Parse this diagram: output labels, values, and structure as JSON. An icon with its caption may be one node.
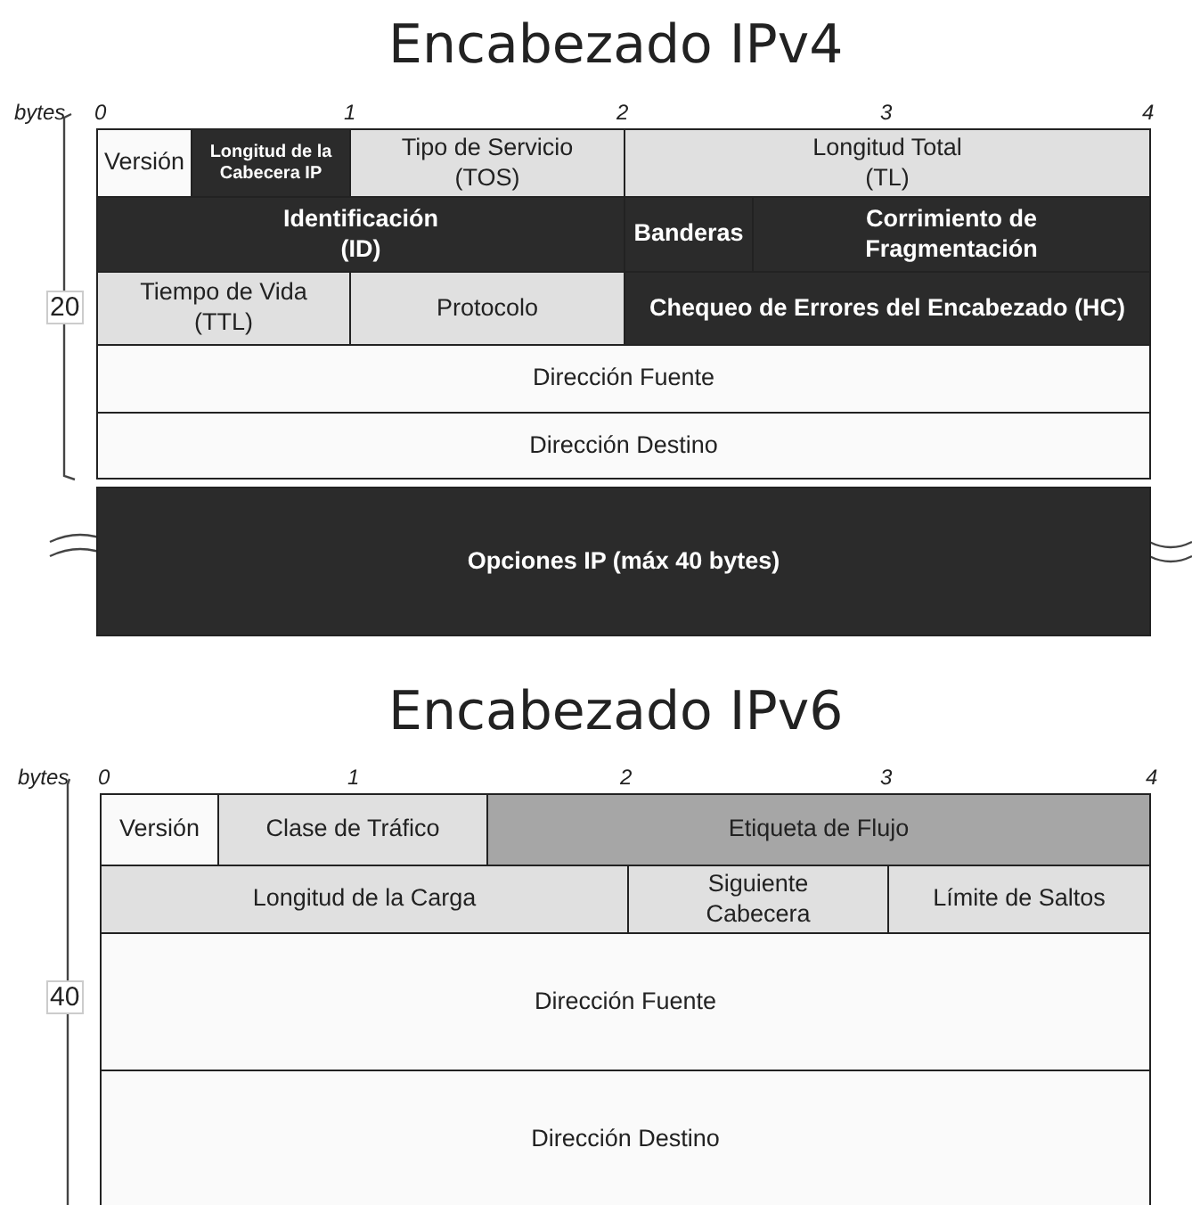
{
  "diagram": {
    "nodes": [
      {
        "text": [
          "Versión"
        ]
      },
      {
        "text": [
          "Longitud de la Cabecera IP"
        ]
      },
      {
        "text": [
          "Tipo de Servicio (TOS)"
        ]
      },
      {
        "text": [
          "Longitud Total (TL)"
        ]
      },
      {
        "text": [
          "Identificación (ID)"
        ]
      },
      {
        "text": [
          "Banderas"
        ]
      },
      {
        "text": [
          "Corrimiento de Fragmentación"
        ]
      },
      {
        "text": [
          "Tiempo de Vida (TTL)"
        ]
      },
      {
        "text": [
          "Protocolo"
        ]
      },
      {
        "text": [
          "Chequeo de Errores del Encabezado (HC)"
        ]
      },
      {
        "text": [
          "Dirección Fuente"
        ]
      },
      {
        "text": [
          "Dirección Destino"
        ]
      },
      {
        "text": [
          "Opciones IP (máx 40 bytes)"
        ]
      },
      {
        "text": [
          "Versión"
        ]
      },
      {
        "text": [
          "Clase de Tráfico"
        ]
      },
      {
        "text": [
          "Etiqueta de Flujo"
        ]
      },
      {
        "text": [
          "Longitud de la Carga"
        ]
      },
      {
        "text": [
          "Siguiente Cabecera"
        ]
      },
      {
        "text": [
          "Límite de Saltos"
        ]
      },
      {
        "text": [
          "Dirección Fuente"
        ]
      },
      {
        "text": [
          "Dirección Destino"
        ]
      }
    ],
    "labels": [
      "Encabezado IPv4",
      "bytes",
      "0",
      "1",
      "2",
      "3",
      "4",
      "20",
      "Encabezado IPv6",
      "bytes",
      "0",
      "1",
      "2",
      "3",
      "4",
      "40"
    ]
  }
}
